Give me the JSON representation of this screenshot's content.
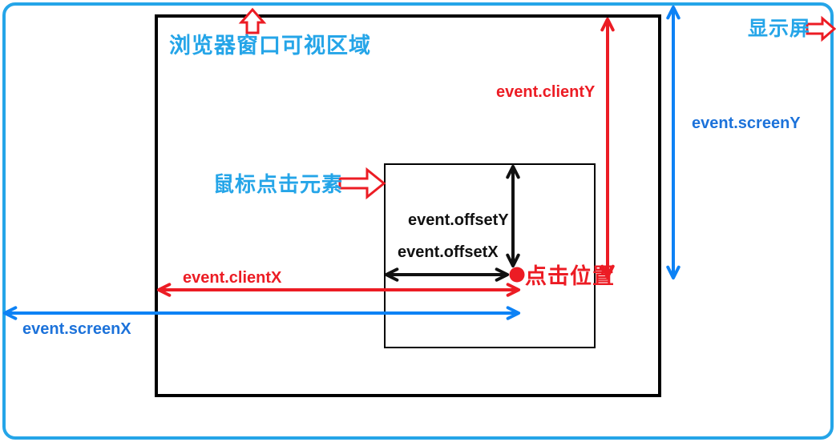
{
  "diagram": {
    "labels": {
      "viewport": "浏览器窗口可视区域",
      "screen": "显示屏",
      "element": "鼠标点击元素",
      "click_position": "点击位置"
    },
    "measurements": {
      "client_y": "event.clientY",
      "screen_y": "event.screenY",
      "offset_y": "event.offsetY",
      "offset_x": "event.offsetX",
      "client_x": "event.clientX",
      "screen_x": "event.screenX"
    },
    "colors": {
      "label_blue": "#25A5E8",
      "screen_blue": "#0D82F5",
      "screen_text_blue": "#1C72DA",
      "red": "#EC1C24",
      "ink": "#111111"
    }
  }
}
